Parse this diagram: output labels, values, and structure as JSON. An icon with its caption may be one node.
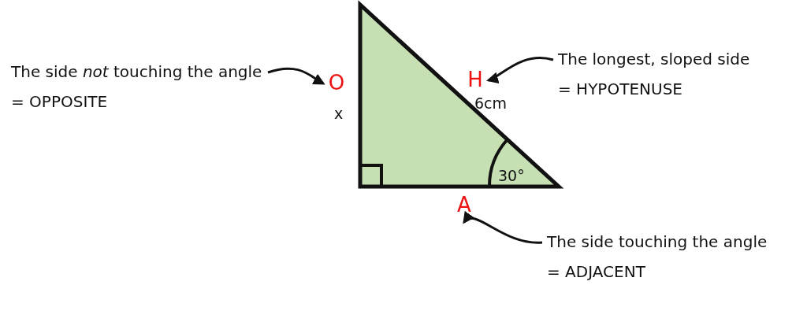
{
  "diagram": {
    "nodes": [
      {
        "text": [
          "The side *not* touching the angle = OPPOSITE"
        ]
      },
      {
        "text": [
          "O"
        ]
      },
      {
        "text": [
          "The longest, sloped side = HYPOTENUSE"
        ]
      },
      {
        "text": [
          "H"
        ]
      },
      {
        "text": [
          "A"
        ]
      },
      {
        "text": [
          "The side touching the angle = ADJACENT"
        ]
      }
    ],
    "edges": [
      {
        "from": 0,
        "to": 1,
        "arrow": "to"
      },
      {
        "from": 2,
        "to": 3,
        "arrow": "to"
      },
      {
        "from": 5,
        "to": 4,
        "arrow": "to"
      }
    ],
    "labels": [
      "x",
      "6cm",
      "30°"
    ]
  }
}
